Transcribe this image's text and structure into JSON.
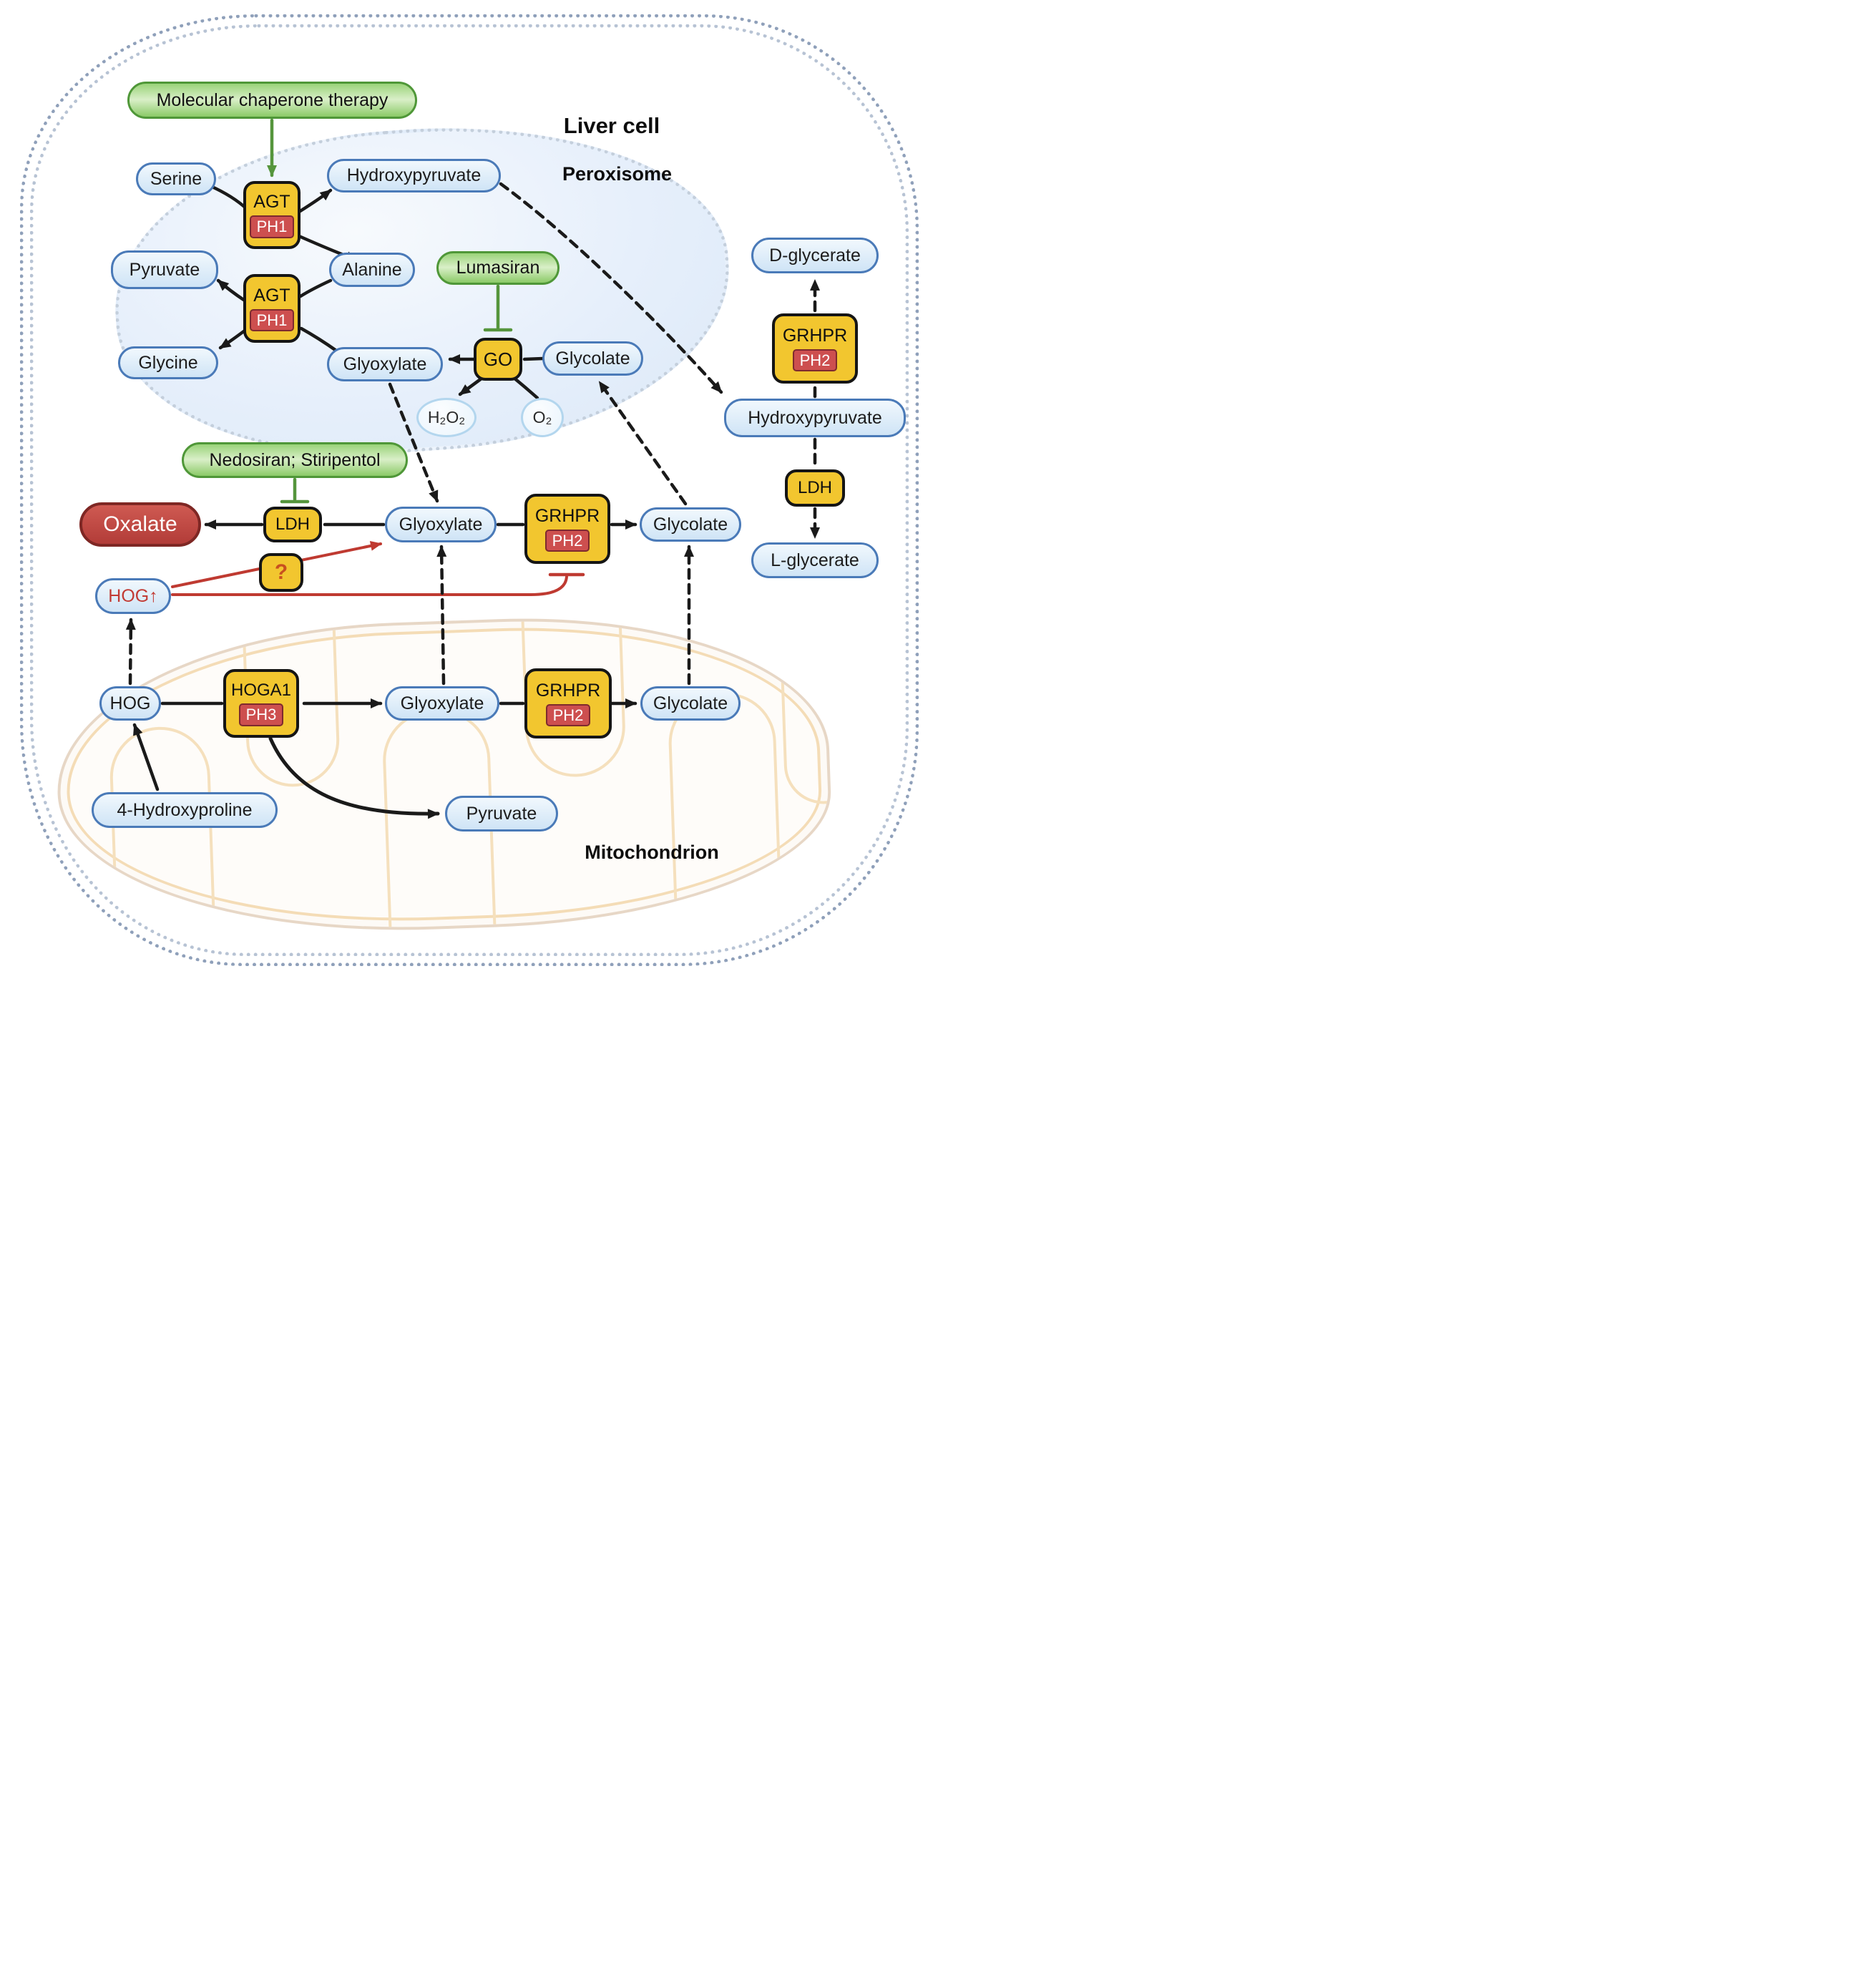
{
  "compartments": {
    "cell": "Liver cell",
    "peroxisome": "Peroxisome",
    "mitochondrion": "Mitochondrion"
  },
  "therapies": {
    "chaperone": "Molecular chaperone therapy",
    "lumasiran": "Lumasiran",
    "nedosiran": "Nedosiran; Stiripentol"
  },
  "enzymes": {
    "agt": "AGT",
    "go": "GO",
    "ldh": "LDH",
    "grhpr": "GRHPR",
    "hoga1": "HOGA1",
    "unknown": "?"
  },
  "diseases": {
    "ph1": "PH1",
    "ph2": "PH2",
    "ph3": "PH3"
  },
  "metabolites": {
    "serine": "Serine",
    "hydroxypyruvate": "Hydroxypyruvate",
    "pyruvate": "Pyruvate",
    "alanine": "Alanine",
    "glycine": "Glycine",
    "glyoxylate": "Glyoxylate",
    "glycolate": "Glycolate",
    "h2o2": "H₂O₂",
    "o2": "O₂",
    "d_glycerate": "D-glycerate",
    "l_glycerate": "L-glycerate",
    "oxalate": "Oxalate",
    "hog": "HOG",
    "hog_elevated": "HOG↑",
    "hydroxyproline": "4-Hydroxyproline"
  },
  "colors": {
    "enzyme_fill": "#f2c62f",
    "disease_badge": "#cd4f4f",
    "metabolite_border": "#4a7ab8",
    "therapy_border": "#4f9738",
    "inhibition_red": "#bf3a31",
    "oxalate_fill": "#b23c38",
    "membrane": "#8fa0ba"
  }
}
